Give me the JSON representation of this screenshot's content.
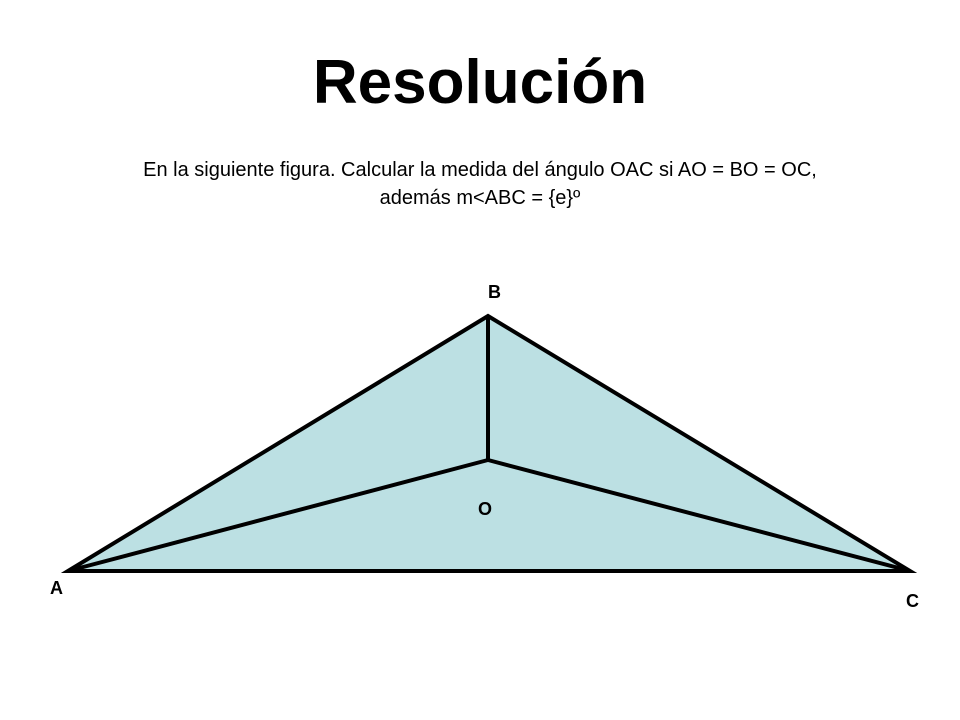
{
  "slide": {
    "title": "Resolución",
    "problem_line1": "En la siguiente figura. Calcular la medida del ángulo OAC si AO = BO = OC,",
    "problem_line2": "además m<ABC = {e}º"
  },
  "figure": {
    "fill_color": "#bce0e3",
    "stroke_color": "#000000",
    "labels": {
      "a": "A",
      "b": "B",
      "c": "C",
      "o": "O"
    }
  }
}
